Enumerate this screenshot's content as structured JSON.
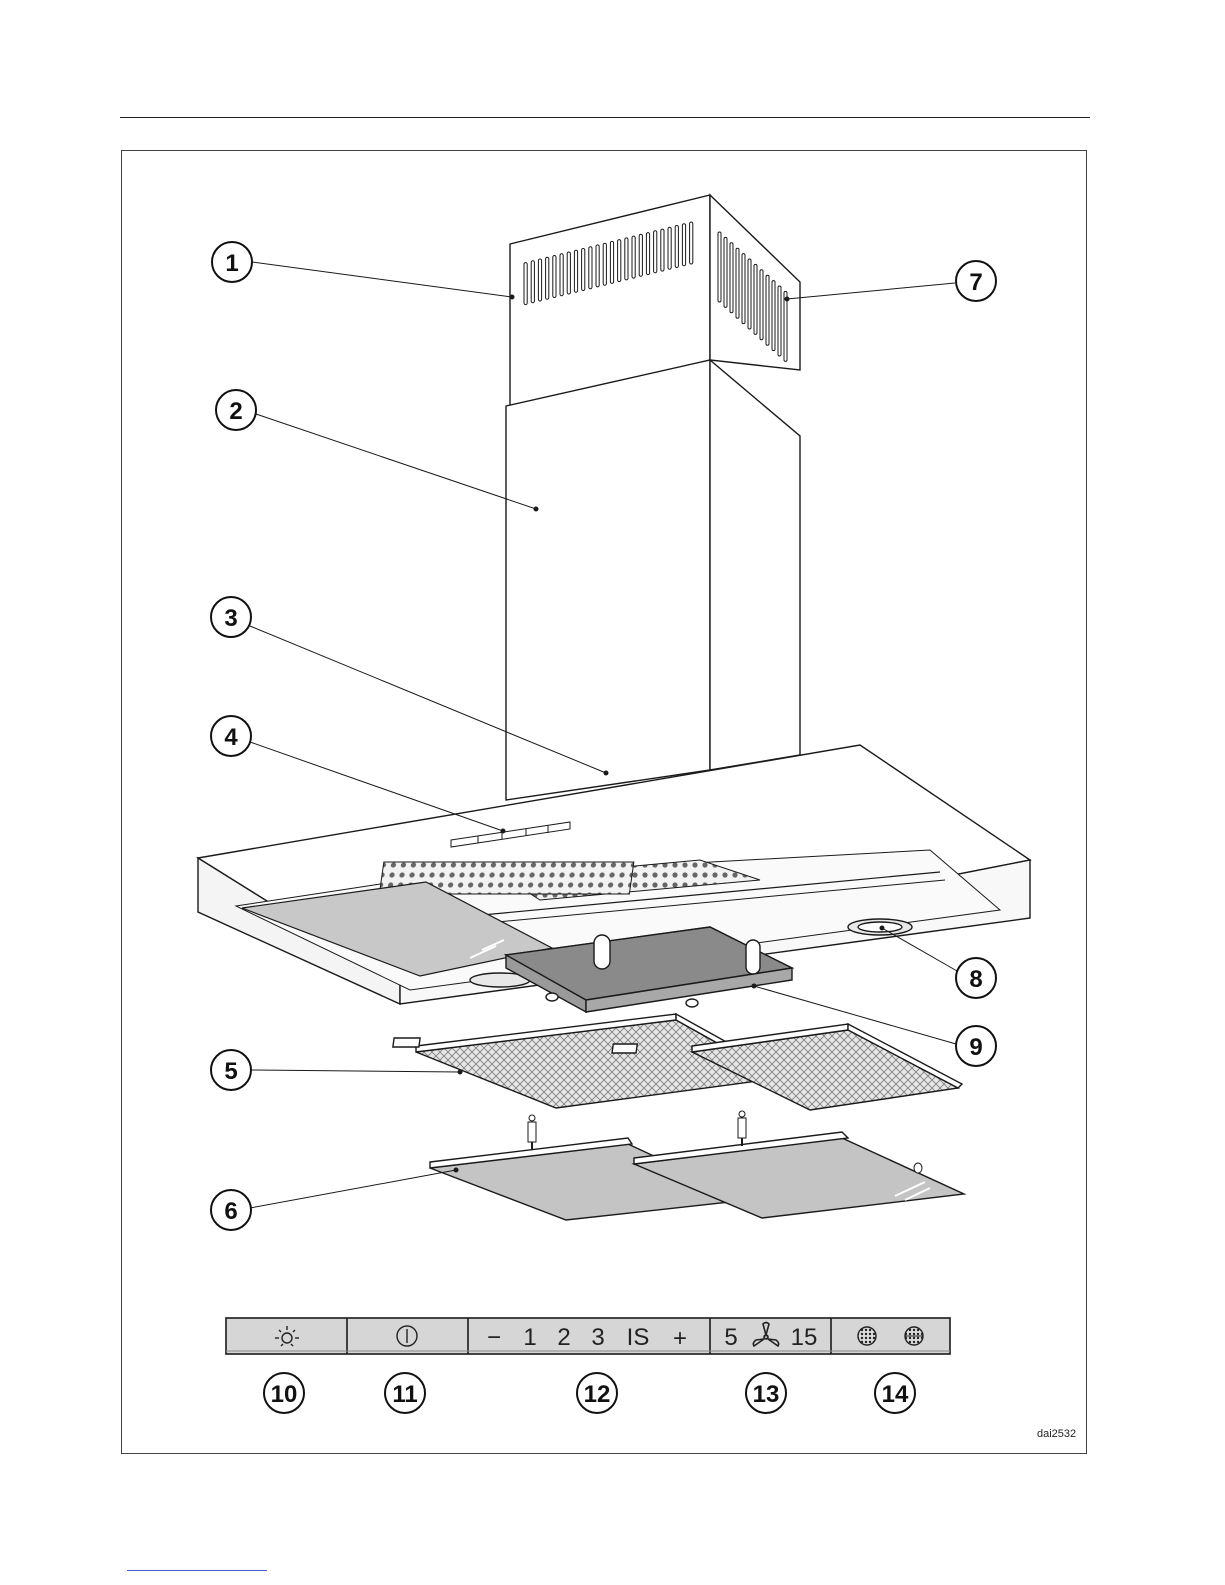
{
  "callouts": {
    "c1": "1",
    "c2": "2",
    "c3": "3",
    "c4": "4",
    "c5": "5",
    "c6": "6",
    "c7": "7",
    "c8": "8",
    "c9": "9",
    "c10": "10",
    "c11": "11",
    "c12": "12",
    "c13": "13",
    "c14": "14"
  },
  "control_panel": {
    "fan_minus": "−",
    "fan_speed_1": "1",
    "fan_speed_2": "2",
    "fan_speed_3": "3",
    "fan_intensive": "IS",
    "fan_plus": "+",
    "timer_short": "5",
    "timer_long": "15"
  },
  "reference_code": "dai2532",
  "colors": {
    "line": "#1a1a1a",
    "filter_gray": "#bdbdbd",
    "carbon_filter": "#7a7a7a",
    "panel_gray": "#d6d6d6"
  }
}
